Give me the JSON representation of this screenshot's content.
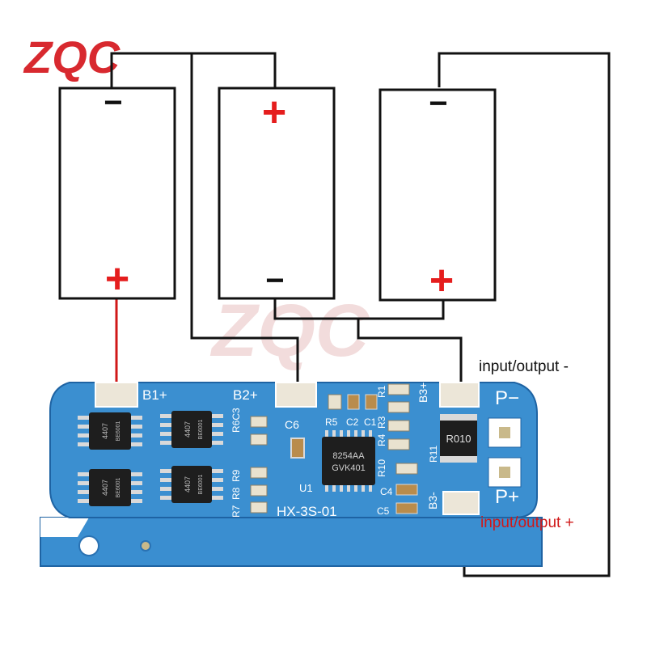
{
  "logo": {
    "text": "ZQC",
    "colors": {
      "z": "#d8292f",
      "q": "#1f7fc1",
      "c": "#1f7fc1"
    }
  },
  "watermark": {
    "text": "ZQC"
  },
  "cells": [
    {
      "top_sign": "−",
      "bottom_sign": "+"
    },
    {
      "top_sign": "+",
      "bottom_sign": "−"
    },
    {
      "top_sign": "−",
      "bottom_sign": "+"
    }
  ],
  "board": {
    "pads": {
      "b1": "B1+",
      "b2": "B2+",
      "b3": "B3+",
      "b3m": "B3-",
      "pm": "P−",
      "pp": "P+"
    },
    "ic_main": {
      "line1": "8254AA",
      "line2": "GVK401"
    },
    "mosfet_marking": {
      "line1": "4407",
      "line2": "BE6001"
    },
    "resistor_marking": "R010",
    "part_label": "HX-3S-01",
    "refs": {
      "c6": "C6",
      "r5": "R5",
      "c2": "C2",
      "c1": "C1",
      "u1": "U1",
      "r6c3": "R6C3",
      "r7": "R7",
      "r8": "R8",
      "r9": "R9",
      "r10": "R10",
      "r4": "R4",
      "r3": "R3",
      "r1": "R1",
      "r11": "R11",
      "c4": "C4",
      "c5": "C5"
    }
  },
  "labels": {
    "io_minus": "input/output -",
    "io_plus": "input/output +"
  },
  "colors": {
    "board": "#3b8fd0",
    "board_dark": "#1e63a3",
    "pad": "#ece6d8",
    "wire": "#111111",
    "wire_red": "#d01818",
    "sign_red": "#e51d1d",
    "chip": "#1e1e1e"
  }
}
